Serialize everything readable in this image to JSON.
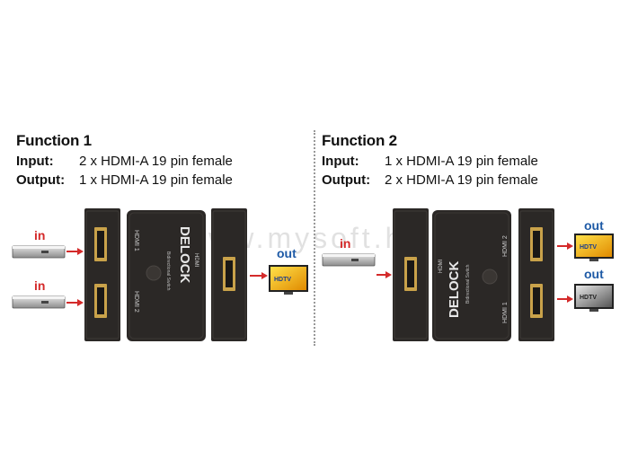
{
  "watermark": "www.mysoft.hu",
  "function1": {
    "title": "Function 1",
    "input_label": "Input:",
    "input_value": "2 x HDMI-A 19 pin female",
    "output_label": "Output:",
    "output_value": "1 x HDMI-A 19 pin female",
    "in_labels": [
      "in",
      "in"
    ],
    "out_label": "out",
    "port_labels": [
      "HDMI 1",
      "HDMI 2",
      "HDMI"
    ],
    "brand": "DELOCK",
    "device_caption": "Bidirectional Switch",
    "tv_text": "HDTV"
  },
  "function2": {
    "title": "Function 2",
    "input_label": "Input:",
    "input_value": "1 x HDMI-A 19 pin female",
    "output_label": "Output:",
    "output_value": "2 x HDMI-A 19 pin female",
    "in_label": "in",
    "out_labels": [
      "out",
      "out"
    ],
    "port_labels": [
      "HDMI 2",
      "HDMI 1",
      "HDMI"
    ],
    "brand": "DELOCK",
    "device_caption": "Bidirectional Switch",
    "tv_text": "HDTV"
  },
  "colors": {
    "input_arrow": "#d42a2a",
    "output_arrow": "#1e5aa6",
    "device": "#2b2826"
  }
}
